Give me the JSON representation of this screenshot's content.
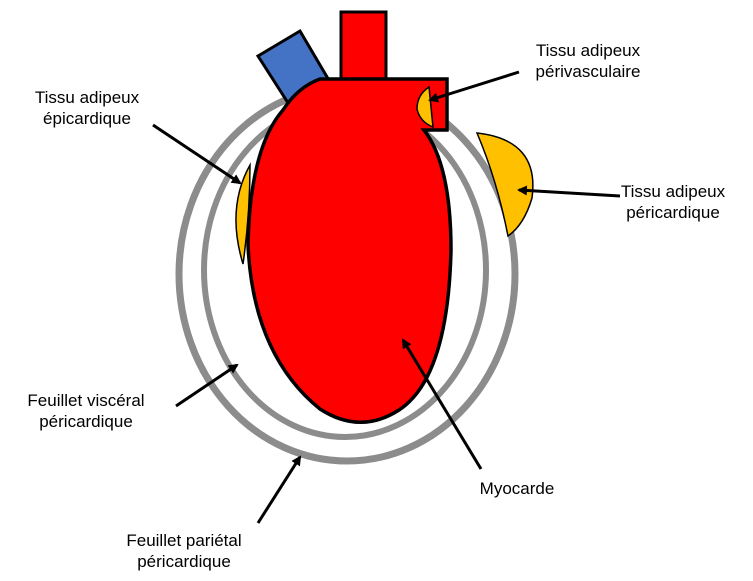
{
  "colors": {
    "myocardium": "#ff0000",
    "artery": "#ff0000",
    "vein": "#4472c4",
    "adipose": "#ffc000",
    "pericardium": "#8c8c8c",
    "outline": "#000000"
  },
  "labels": {
    "epicardial_fat": {
      "line1": "Tissu adipeux",
      "line2": "épicardique"
    },
    "perivascular_fat": {
      "line1": "Tissu adipeux",
      "line2": "périvasculaire"
    },
    "pericardial_fat": {
      "line1": "Tissu adipeux",
      "line2": "péricardique"
    },
    "visceral_layer": {
      "line1": "Feuillet viscéral",
      "line2": "péricardique"
    },
    "parietal_layer": {
      "line1": "Feuillet pariétal",
      "line2": "péricardique"
    },
    "myocardium": {
      "line1": "Myocarde"
    }
  }
}
